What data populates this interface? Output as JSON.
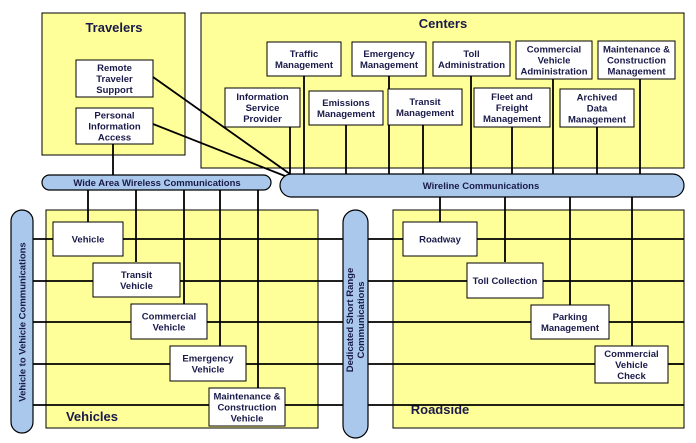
{
  "groups": {
    "travelers": "Travelers",
    "centers": "Centers",
    "vehicles": "Vehicles",
    "roadside": "Roadside"
  },
  "travelers": {
    "remote_traveler_support": [
      "Remote",
      "Traveler",
      "Support"
    ],
    "personal_information_access": [
      "Personal",
      "Information",
      "Access"
    ]
  },
  "centers": {
    "traffic_management": [
      "Traffic",
      "Management"
    ],
    "emergency_management": [
      "Emergency",
      "Management"
    ],
    "toll_administration": [
      "Toll",
      "Administration"
    ],
    "commercial_vehicle_administration": [
      "Commercial",
      "Vehicle",
      "Administration"
    ],
    "maintenance_construction_management": [
      "Maintenance &",
      "Construction",
      "Management"
    ],
    "information_service_provider": [
      "Information",
      "Service",
      "Provider"
    ],
    "emissions_management": [
      "Emissions",
      "Management"
    ],
    "transit_management": [
      "Transit",
      "Management"
    ],
    "fleet_freight_management": [
      "Fleet and",
      "Freight",
      "Management"
    ],
    "archived_data_management": [
      "Archived",
      "Data",
      "Management"
    ]
  },
  "buses": {
    "wide_area_wireless": "Wide Area Wireless Communications",
    "wireline": "Wireline Communications",
    "vehicle_to_vehicle": "Vehicle to Vehicle Communications",
    "dsrc": [
      "Dedicated Short Range",
      "Communications"
    ]
  },
  "vehicles": {
    "vehicle": [
      "Vehicle"
    ],
    "transit_vehicle": [
      "Transit",
      "Vehicle"
    ],
    "commercial_vehicle": [
      "Commercial",
      "Vehicle"
    ],
    "emergency_vehicle": [
      "Emergency",
      "Vehicle"
    ],
    "maintenance_construction_vehicle": [
      "Maintenance &",
      "Construction",
      "Vehicle"
    ]
  },
  "roadside": {
    "roadway": [
      "Roadway"
    ],
    "toll_collection": [
      "Toll Collection"
    ],
    "parking_management": [
      "Parking",
      "Management"
    ],
    "commercial_vehicle_check": [
      "Commercial",
      "Vehicle",
      "Check"
    ]
  },
  "colors": {
    "group_fill": "#ffff99",
    "bus_fill": "#a9c8ec",
    "box_fill": "#ffffff",
    "stroke": "#000000",
    "text": "#1a1a4a"
  }
}
